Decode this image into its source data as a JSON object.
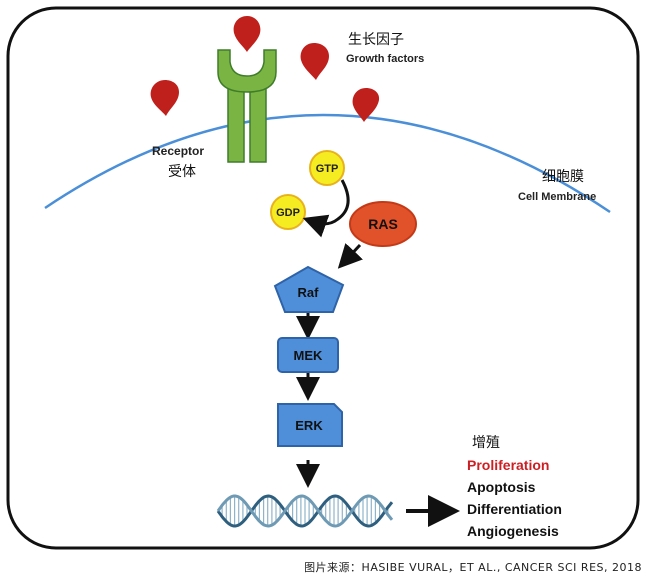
{
  "labels": {
    "growth_cn": "生长因子",
    "growth_en": "Growth factors",
    "receptor_en": "Receptor",
    "receptor_cn": "受体",
    "membrane_cn": "细胞膜",
    "membrane_en": "Cell Membrane",
    "proliferation_cn": "增殖"
  },
  "nodes": {
    "gtp": "GTP",
    "gdp": "GDP",
    "ras": "RAS",
    "raf": "Raf",
    "mek": "MEK",
    "erk": "ERK"
  },
  "outcomes": [
    "Proliferation",
    "Apoptosis",
    "Differentiation",
    "Angiogenesis"
  ],
  "caption": "图片来源：HASIBE VURAL，ET AL., CANCER SCI RES, 2018",
  "colors": {
    "growth_factor": "#c0201c",
    "receptor": "#7ab443",
    "membrane": "#4a8fd8",
    "gtp_fill": "#f6ec22",
    "ras_fill": "#e2522a",
    "kinase_fill": "#4f8fd9",
    "proliferation_text": "#cc1f24"
  }
}
